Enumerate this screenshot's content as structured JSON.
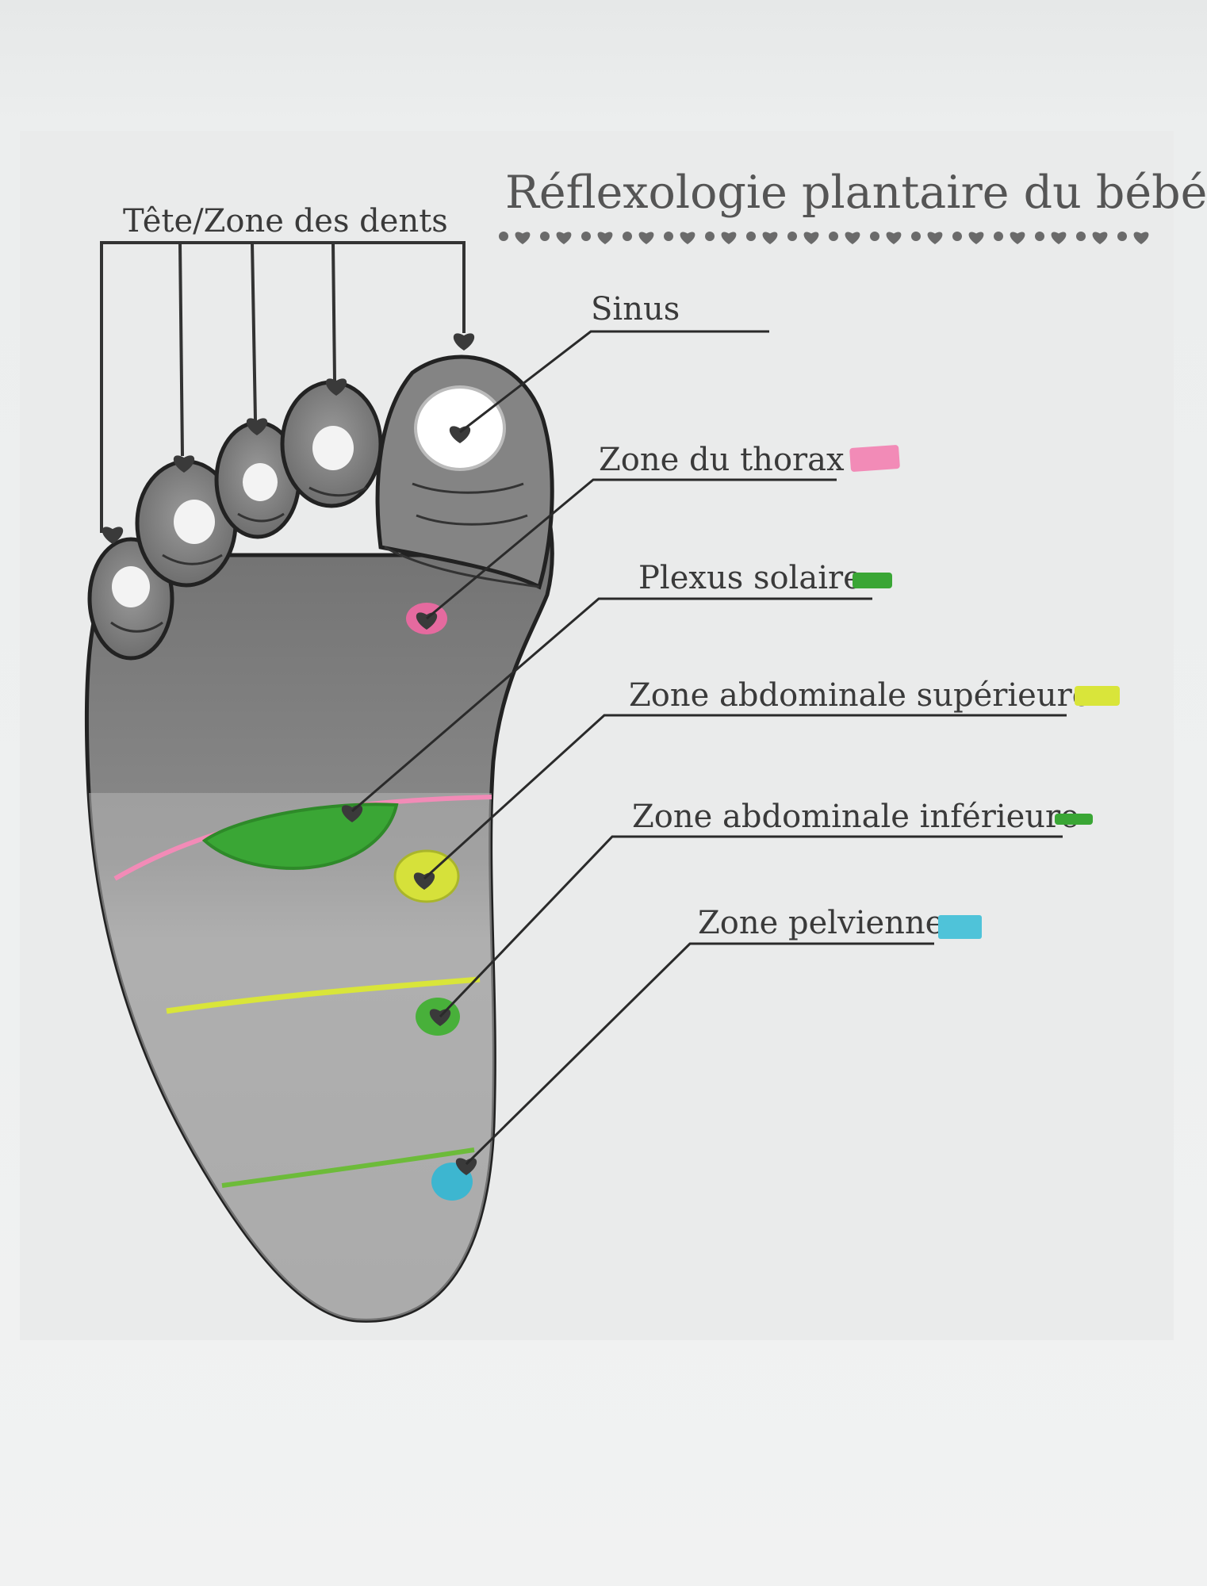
{
  "title": "Réflexologie plantaire du bébé",
  "labels": {
    "head": "Tête/Zone des dents",
    "sinus": "Sinus",
    "thorax": "Zone du thorax",
    "solar": "Plexus solaire",
    "upper_abd": "Zone abdominale supérieure",
    "lower_abd": "Zone abdominale inférieure",
    "pelvic": "Zone pelvienne"
  },
  "colors": {
    "thorax": "#f28bb7",
    "solar": "#3aa635",
    "upper_abd": "#d9e53a",
    "lower_abd": "#3aa635",
    "pelvic": "#4fc3d9"
  }
}
